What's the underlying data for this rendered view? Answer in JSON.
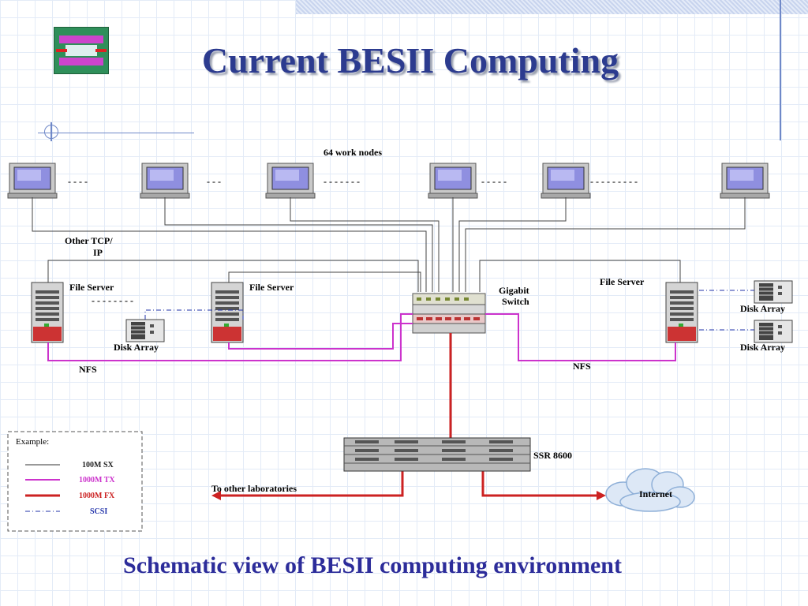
{
  "title": "Current BESII Computing",
  "caption": "Schematic view of BESII computing environment",
  "diagram": {
    "work_nodes_label": "64 work nodes",
    "other_tcp_label_line1": "Other TCP/",
    "other_tcp_label_line2": "IP",
    "file_server_1": "File Server",
    "file_server_2": "File Server",
    "file_server_3": "File Server",
    "gigabit_switch_line1": "Gigabit",
    "gigabit_switch_line2": "Switch",
    "disk_array_1": "Disk Array",
    "disk_array_2": "Disk Array",
    "disk_array_3": "Disk Array",
    "nfs_left": "NFS",
    "nfs_right": "NFS",
    "router_label": "SSR 8600",
    "to_labs_label": "To other laboratories",
    "internet_label": "Internet",
    "dots": [
      "- - - -",
      "- - -",
      "- - - - - - -",
      "- - - - -",
      "- - - - - - - - -",
      "- - - - - - - -"
    ]
  },
  "legend": {
    "title": "Example:",
    "items": [
      {
        "label": "100M SX",
        "color": "#333333"
      },
      {
        "label": "1000M TX",
        "color": "#cc33cc"
      },
      {
        "label": "1000M FX",
        "color": "#cc2222"
      },
      {
        "label": "SCSI",
        "color": "#2233aa"
      }
    ]
  },
  "colors": {
    "sx": "#444444",
    "tx": "#cc33cc",
    "fx": "#cc2222",
    "scsi": "#2233aa",
    "title": "#2c3b8f",
    "caption": "#2c2c9a"
  }
}
